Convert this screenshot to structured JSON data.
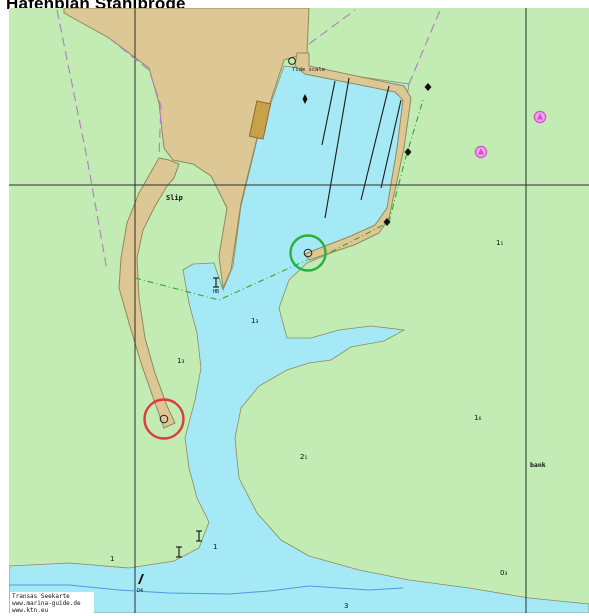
{
  "page": {
    "title": "Hafenplan Stahlbrode"
  },
  "map": {
    "labels": {
      "slip": "Slip",
      "tide_scale": "Tide scale",
      "bank": "bank",
      "light_mark": "HB",
      "beacon_mark": "D4"
    },
    "depths": {
      "d1": "1₃",
      "d2": "1₃",
      "d3": "1₁",
      "d4": "1₆",
      "d5": "2₁",
      "d6": "1",
      "d7": "1",
      "d8": "0₃",
      "d9": "3"
    },
    "colors": {
      "land": "#c2ecb4",
      "water": "#a6e9f6",
      "pier": "#ddc795",
      "pier_outline": "#8f8a5b",
      "grid": "#2a2a2a",
      "boundary_purple": "#b184bc",
      "leading_line_green": "#2ea82e",
      "highlight_red": "#e0383c",
      "highlight_green": "#2ab13c",
      "buoy_magenta": "#d850cf"
    },
    "icons": {
      "buoy": "magenta-triangle-buoy-icon",
      "light": "harbour-light-icon",
      "bollard": "bollard-ring-icon"
    }
  },
  "credit": {
    "line1": "Transas Seekarte",
    "line2": "www.marina-guide.de",
    "line3": "www.ktn.eu"
  }
}
